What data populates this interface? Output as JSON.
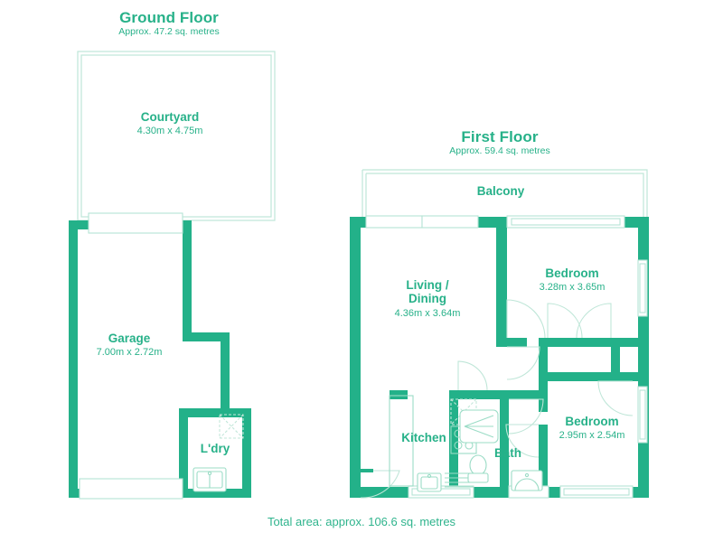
{
  "document": {
    "type": "floor-plan",
    "footer_note": "Total area: approx. 106.6 sq. metres",
    "colors": {
      "wall": "#23b189",
      "text": "#27b189",
      "fixture_outline": "#8fd8c2",
      "thin_wall": "#bfe6d8",
      "background": "#ffffff"
    }
  },
  "floors": [
    {
      "id": "ground-floor",
      "title": "Ground Floor",
      "subtitle": "Approx. 47.2 sq. metres",
      "rooms": [
        {
          "id": "courtyard",
          "name": "Courtyard",
          "dimensions": "4.30m x 4.75m"
        },
        {
          "id": "garage",
          "name": "Garage",
          "dimensions": "7.00m x 2.72m"
        },
        {
          "id": "laundry",
          "name": "L'dry",
          "dimensions": ""
        }
      ],
      "fixtures": [
        {
          "id": "laundry-appliance",
          "name": "washer-dryer-fixture"
        },
        {
          "id": "laundry-tub",
          "name": "laundry-tub-fixture"
        }
      ]
    },
    {
      "id": "first-floor",
      "title": "First Floor",
      "subtitle": "Approx. 59.4 sq. metres",
      "rooms": [
        {
          "id": "balcony",
          "name": "Balcony",
          "dimensions": ""
        },
        {
          "id": "living-dining",
          "name": "Living /\nDining",
          "dimensions": "4.36m x 3.64m"
        },
        {
          "id": "bedroom-1",
          "name": "Bedroom",
          "dimensions": "3.28m x 3.65m"
        },
        {
          "id": "bedroom-2",
          "name": "Bedroom",
          "dimensions": "2.95m x 2.54m"
        },
        {
          "id": "kitchen",
          "name": "Kitchen",
          "dimensions": ""
        },
        {
          "id": "bath",
          "name": "Bath",
          "dimensions": ""
        }
      ],
      "fixtures": [
        {
          "id": "kitchen-sink",
          "name": "kitchen-sink-fixture"
        },
        {
          "id": "kitchen-hob",
          "name": "cooktop-hob-fixture"
        },
        {
          "id": "kitchen-appliance",
          "name": "appliance-fixture"
        },
        {
          "id": "bath-tub",
          "name": "bathtub-fixture"
        },
        {
          "id": "bath-toilet",
          "name": "toilet-fixture"
        },
        {
          "id": "bath-basin",
          "name": "wash-basin-fixture"
        }
      ]
    }
  ]
}
